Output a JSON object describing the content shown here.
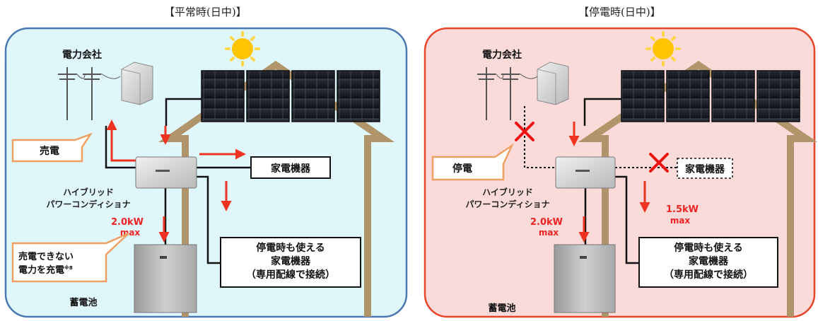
{
  "left_panel": {
    "title": "【平常時(日中)】",
    "company_label": "電力会社",
    "sell_label": "売電",
    "appliance_label": "家電機器",
    "inverter_label_1": "ハイブリッド",
    "inverter_label_2": "パワーコンディショナ",
    "power_value": "2.0kW",
    "power_unit": "max",
    "charge_note_1": "売電できない",
    "charge_note_2": "電力を充電",
    "charge_note_sup": "※8",
    "backup_1": "停電時も使える",
    "backup_2": "家電機器",
    "backup_3": "（専用配線で接続）",
    "battery_label": "蓄電池",
    "colors": {
      "panel_bg": "#dff6fb",
      "panel_border": "#4a78b0",
      "arrow": "#ee3322",
      "callout_border": "#f0a060",
      "house": "#b0956a"
    }
  },
  "right_panel": {
    "title": "【停電時(日中)】",
    "company_label": "電力会社",
    "outage_label": "停電",
    "appliance_label": "家電機器",
    "inverter_label_1": "ハイブリッド",
    "inverter_label_2": "パワーコンディショナ",
    "power_value_1": "2.0kW",
    "power_unit_1": "max",
    "power_value_2": "1.5kW",
    "power_unit_2": "max",
    "backup_1": "停電時も使える",
    "backup_2": "家電機器",
    "backup_3": "（専用配線で接続）",
    "battery_label": "蓄電池",
    "colors": {
      "panel_bg": "#fbdada",
      "panel_border": "#e8442a",
      "arrow": "#ee3322",
      "cross": "#ee1111"
    }
  }
}
